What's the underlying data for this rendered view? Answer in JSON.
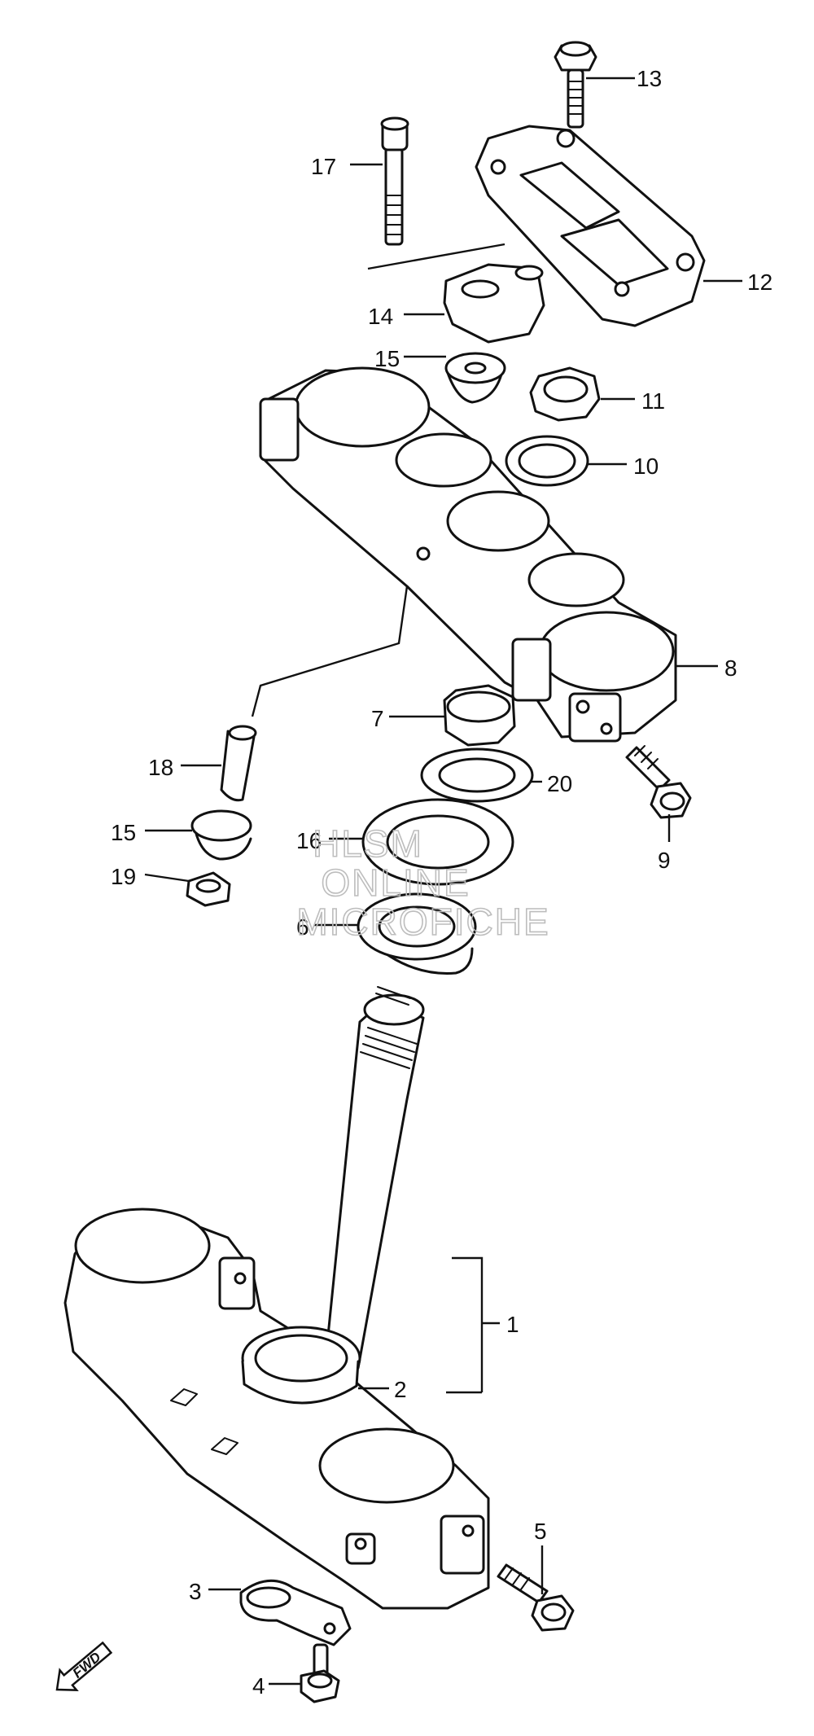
{
  "callouts": {
    "c1": "1",
    "c2": "2",
    "c3": "3",
    "c4": "4",
    "c5": "5",
    "c6": "6",
    "c7": "7",
    "c8": "8",
    "c9": "9",
    "c10": "10",
    "c11": "11",
    "c12": "12",
    "c13": "13",
    "c14": "14",
    "c15a": "15",
    "c15b": "15",
    "c16": "16",
    "c17": "17",
    "c18": "18",
    "c19": "19",
    "c20": "20"
  },
  "watermark": {
    "line1": "HLSM",
    "line2": "ONLINE",
    "line3": "MICROFICHE"
  },
  "direction_badge": "FWD"
}
